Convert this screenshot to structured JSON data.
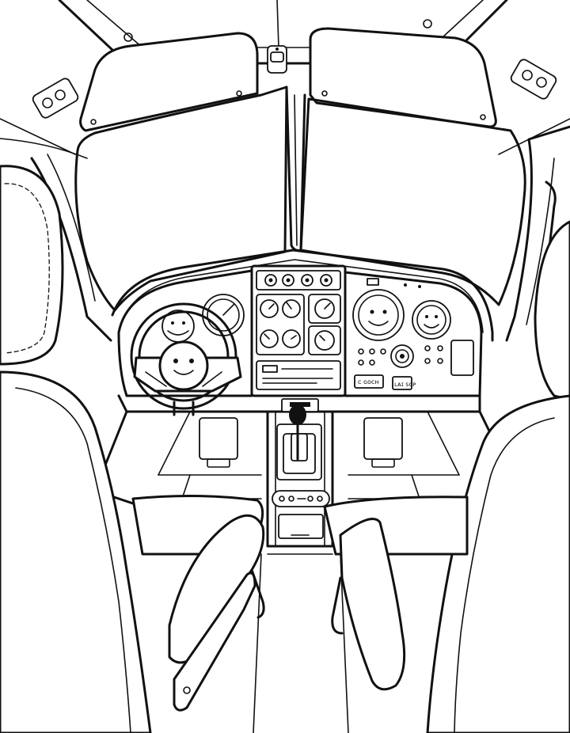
{
  "scene": {
    "subject": "small-aircraft-cockpit-line-art",
    "colors": {
      "ink": "#111111",
      "paper": "#ffffff"
    }
  },
  "panel": {
    "right_display_text": "ᴄ ɢᴏᴄʜ",
    "right_small_text": "ʟᴀɪ ꜱᴏᴘ"
  }
}
